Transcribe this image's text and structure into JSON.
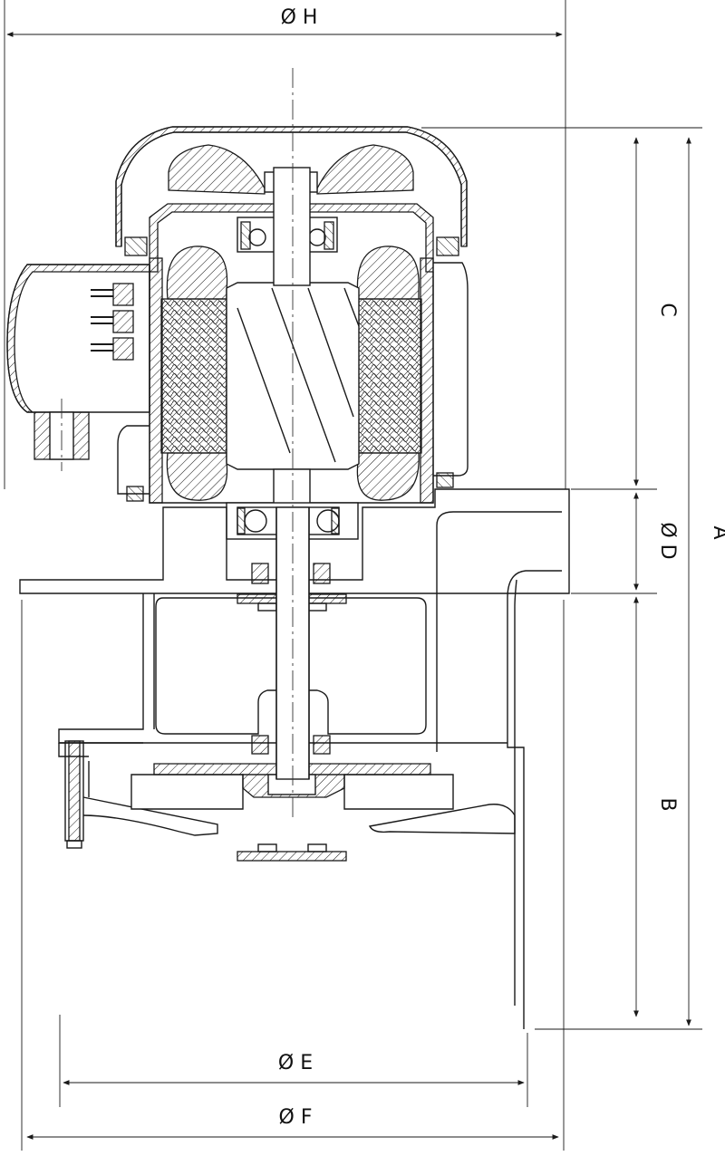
{
  "dimensions": {
    "H": "Ø H",
    "C": "C",
    "D": "Ø D",
    "A": "A",
    "B": "B",
    "E": "Ø E",
    "F": "Ø F"
  },
  "colors": {
    "line": "#1a1a1a",
    "background": "#ffffff"
  }
}
